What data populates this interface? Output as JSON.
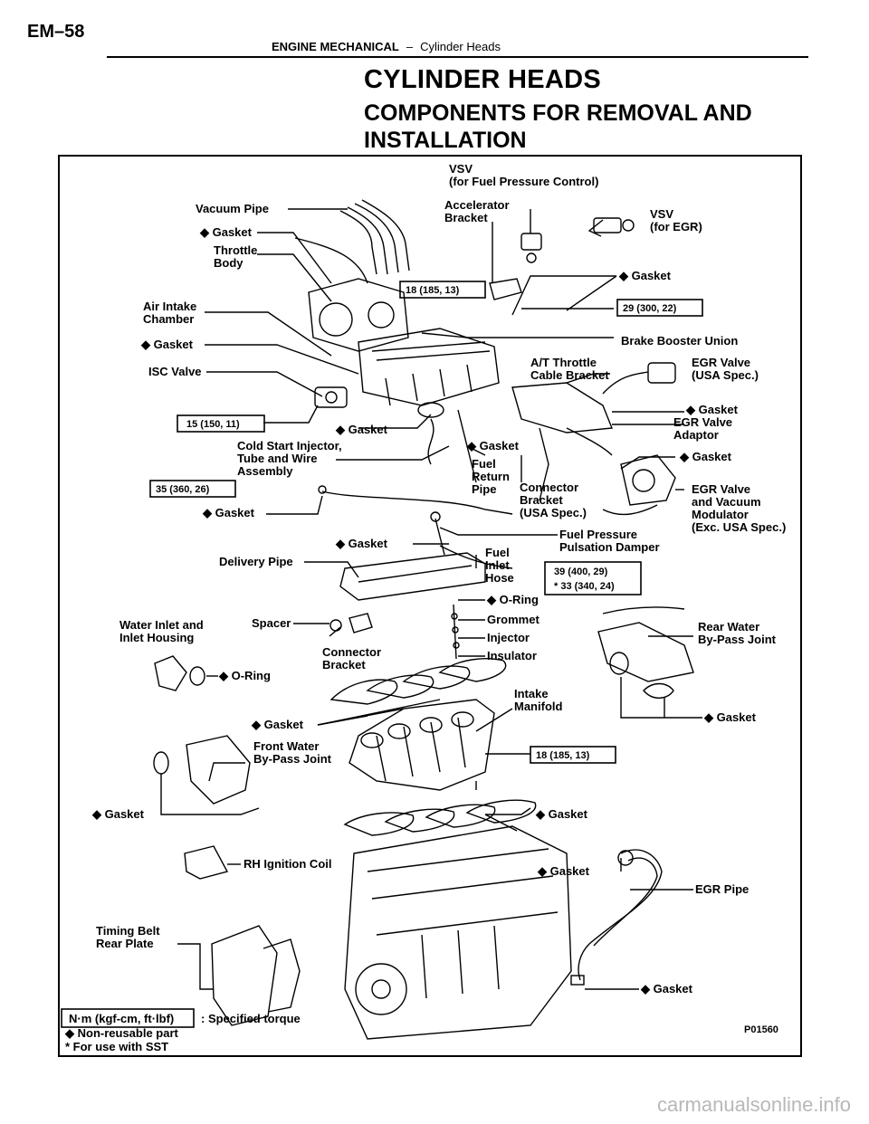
{
  "header": {
    "page_number": "EM–58",
    "section": "ENGINE MECHANICAL",
    "separator": "–",
    "topic": "Cylinder Heads"
  },
  "title": "CYLINDER HEADS",
  "subtitle": "COMPONENTS FOR REMOVAL AND INSTALLATION",
  "figure": {
    "id": "P01560",
    "labels": {
      "vsv1": "VSV",
      "vsv1b": "(for Fuel Pressure Control)",
      "accel1": "Accelerator",
      "accel2": "Bracket",
      "vsv2": "VSV",
      "vsv2b": "(for EGR)",
      "vacuum": "Vacuum Pipe",
      "gasket1": "◆ Gasket",
      "throttle1": "Throttle",
      "throttle2": "Body",
      "gasket2": "◆ Gasket",
      "air1": "Air Intake",
      "air2": "Chamber",
      "brake": "Brake Booster Union",
      "gasket3": "◆ Gasket",
      "isc": "ISC Valve",
      "at1": "A/T Throttle",
      "at2": "Cable Bracket",
      "egrv1": "EGR Valve",
      "egrv2": "(USA Spec.)",
      "gasket4": "◆ Gasket",
      "egra1": "EGR Valve",
      "egra2": "Adaptor",
      "gasket5": "◆ Gasket",
      "cold1": "Cold Start Injector,",
      "cold2": "Tube and Wire",
      "cold3": "Assembly",
      "gasket6": "◆ Gasket",
      "fuelret1": "Fuel",
      "fuelret2": "Return",
      "fuelret3": "Pipe",
      "conn1": "Connector",
      "conn2": "Bracket",
      "conn3": "(USA Spec.)",
      "gasket7": "◆ Gasket",
      "egrvac1": "EGR Valve",
      "egrvac2": "and Vacuum",
      "egrvac3": "Modulator",
      "egrvac4": "(Exc. USA Spec.)",
      "gasket8": "◆ Gasket",
      "fpd1": "Fuel Pressure",
      "fpd2": "Pulsation Damper",
      "gasket9": "◆ Gasket",
      "fih1": "Fuel",
      "fih2": "Inlet",
      "fih3": "Hose",
      "delivery": "Delivery Pipe",
      "oring1": "◆ O-Ring",
      "grommet": "Grommet",
      "injector": "Injector",
      "insulator": "Insulator",
      "spacer": "Spacer",
      "water1": "Water Inlet and",
      "water2": "Inlet Housing",
      "oring2": "◆ O-Ring",
      "connb1": "Connector",
      "connb2": "Bracket",
      "rear1": "Rear Water",
      "rear2": "By-Pass Joint",
      "gasket10": "◆ Gasket",
      "intake1": "Intake",
      "intake2": "Manifold",
      "gasket11": "◆ Gasket",
      "front1": "Front Water",
      "front2": "By-Pass Joint",
      "gasket12": "◆ Gasket",
      "gasket13": "◆ Gasket",
      "rhcoil": "RH Ignition Coil",
      "gasket14": "◆ Gasket",
      "egrpipe": "EGR Pipe",
      "timing1": "Timing Belt",
      "timing2": "Rear Plate",
      "gasket15": "◆ Gasket"
    },
    "torques": {
      "t1": "18 (185, 13)",
      "t2": "29 (300, 22)",
      "t3": "15 (150, 11)",
      "t4": "35 (360, 26)",
      "t5a": "39 (400, 29)",
      "t5b": "* 33 (340, 24)",
      "t6": "18 (185, 13)"
    },
    "legend": {
      "unit": "N·m (kgf-cm, ft·lbf)",
      "spec": ": Specified torque",
      "nonreusable": "◆  Non-reusable part",
      "sst": "*  For use with SST"
    }
  },
  "watermark": "carmanualsonline.info"
}
